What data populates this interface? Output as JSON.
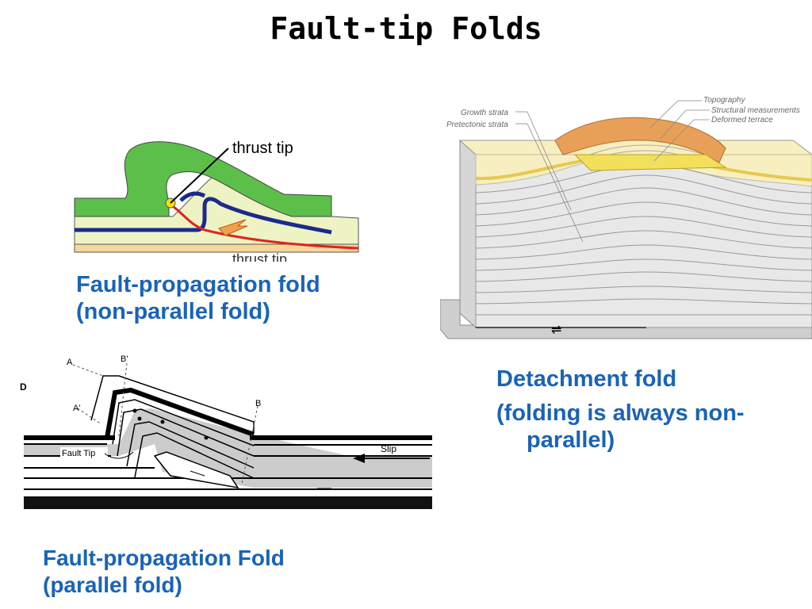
{
  "slide": {
    "title": "Fault-tip Folds"
  },
  "figure1": {
    "label_thrust_tip": "thrust tip",
    "label_cut": "thrust tip",
    "caption_line1": "Fault-propagation fold",
    "caption_line2": "(non-parallel fold)",
    "colors": {
      "green": "#5cbf4a",
      "cream": "#eef3c4",
      "navy": "#1a2b8c",
      "red": "#e0241c",
      "tan": "#f7d79a"
    }
  },
  "figure2": {
    "label_growth": "Growth strata",
    "label_pretectonic": "Pretectonic strata",
    "label_topography": "Topography",
    "label_structural": "Structural measurements",
    "label_terrace": "Deformed terrace",
    "arrow_symbol": "⇌",
    "caption_line1": "Detachment fold",
    "caption_line2": "(folding is always non-",
    "caption_line3": "parallel)",
    "colors": {
      "orange": "#e8a058",
      "yellow": "#f2e05a",
      "paleyellow": "#f7efbf",
      "gray": "#e0e0e0"
    }
  },
  "figure3": {
    "label_panel": "D",
    "label_A": "A",
    "label_Bprime": "B'",
    "label_Aprime": "A'",
    "label_B": "B",
    "label_fault_tip": "Fault Tip",
    "label_slip": "Slip",
    "caption_line1": "Fault-propagation Fold",
    "caption_line2": "(parallel fold)"
  }
}
